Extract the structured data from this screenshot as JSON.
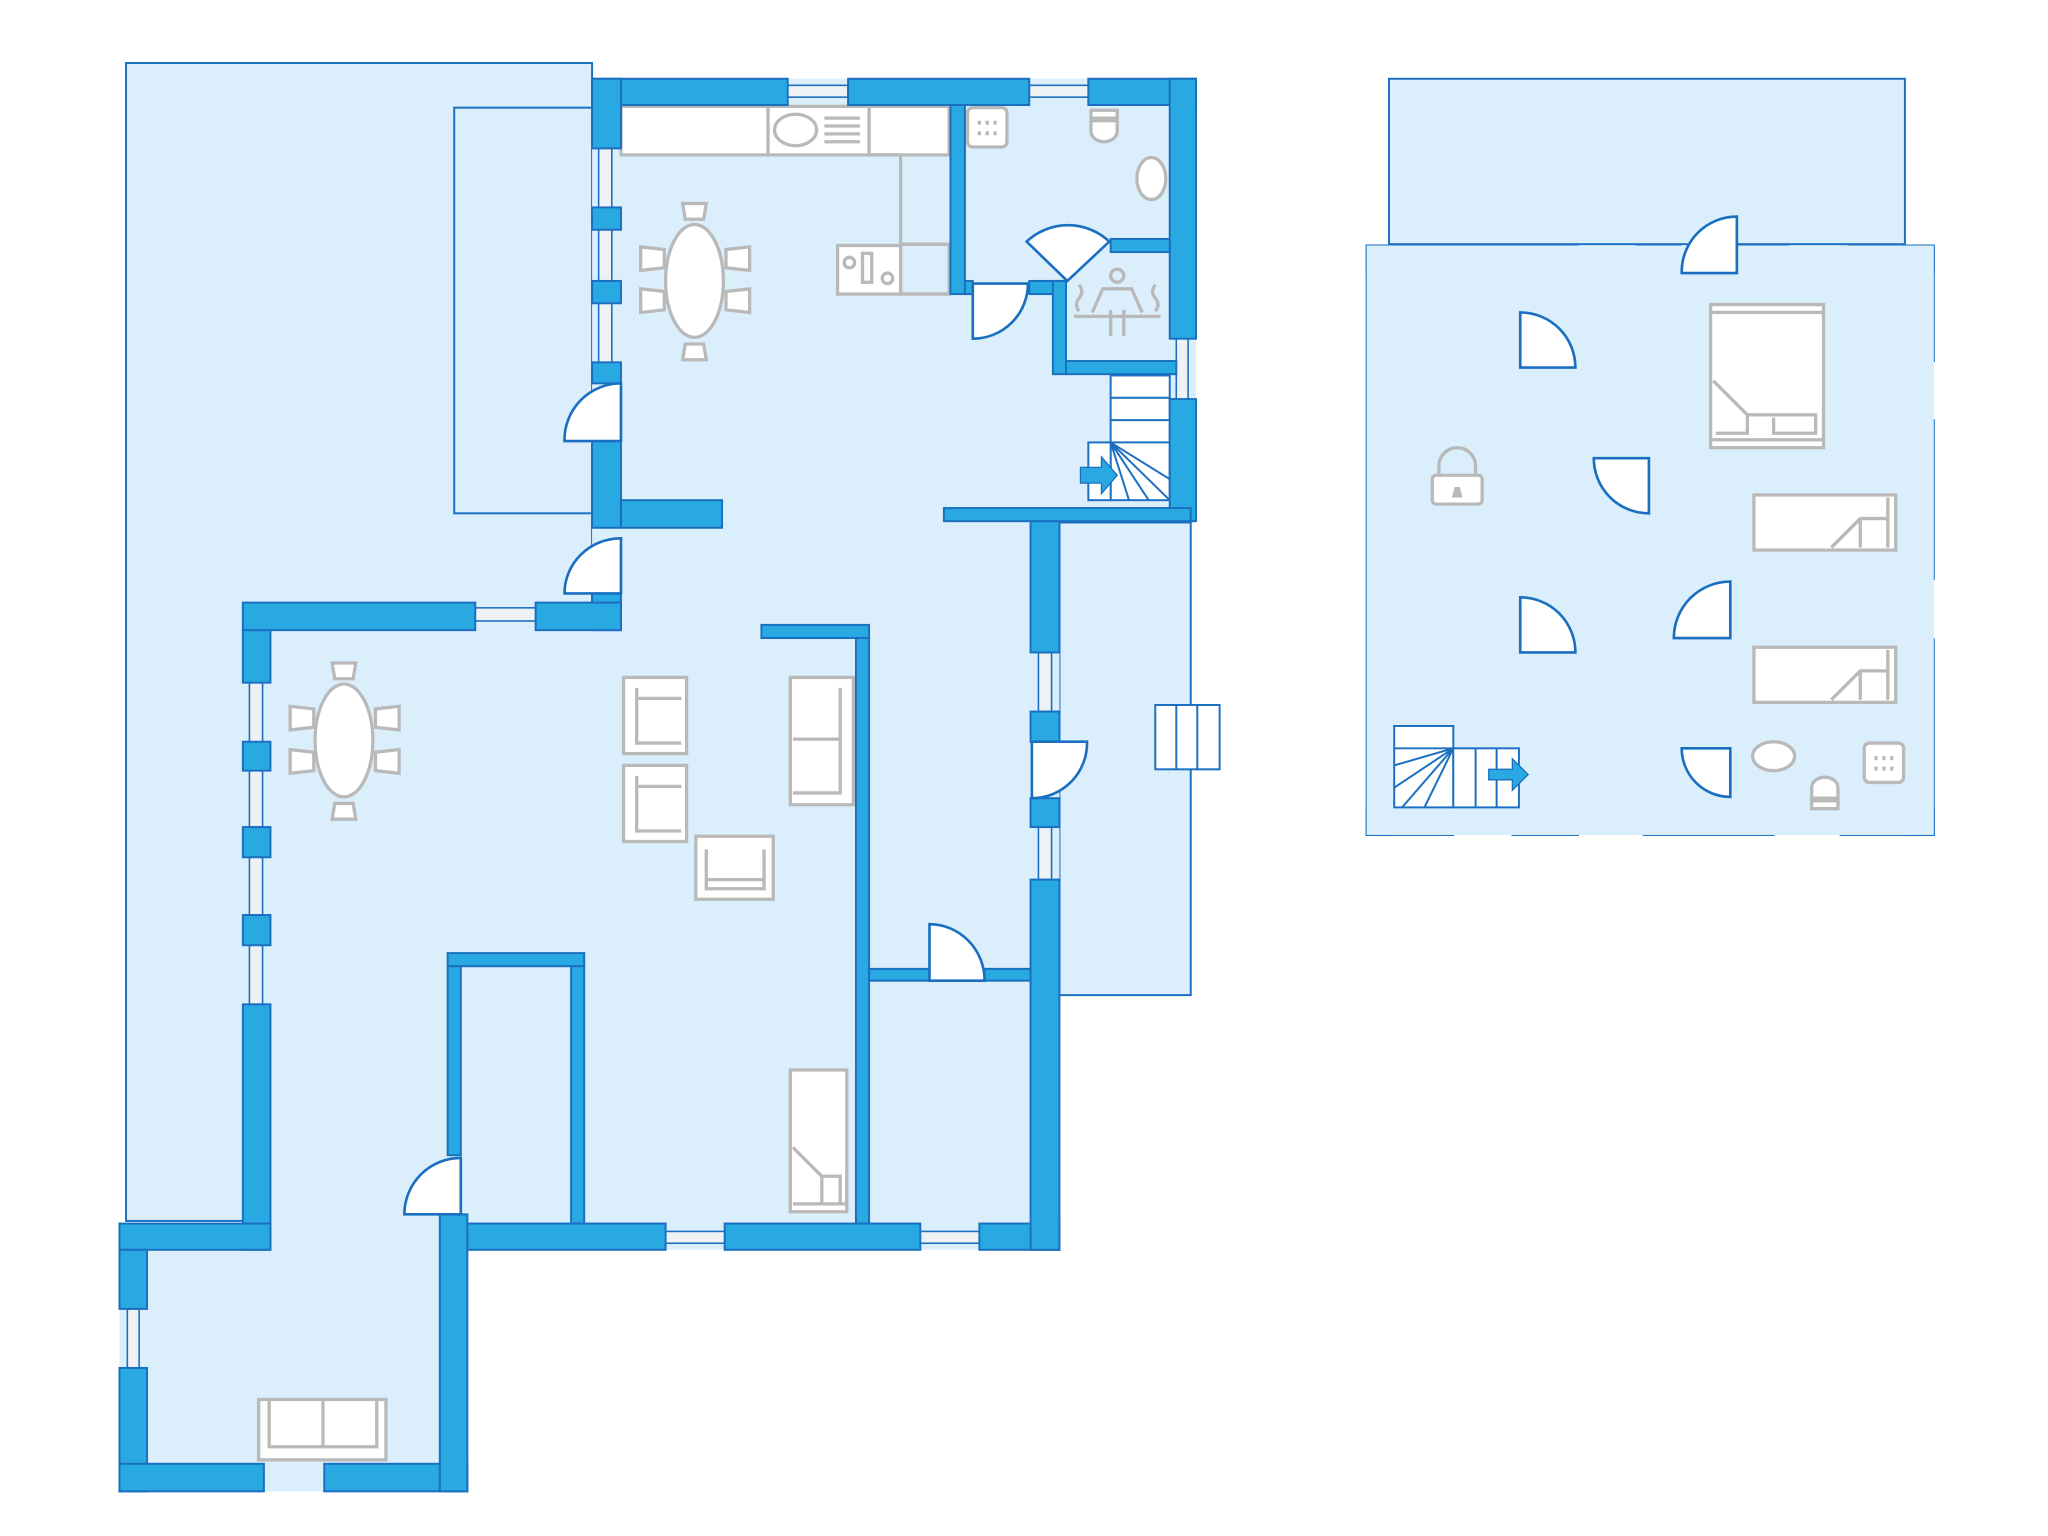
{
  "colors": {
    "wall": "#29a9e1",
    "wall_outline": "#1a6fc0",
    "floor": "#daeefc",
    "furniture": "#b9b9b9",
    "background": "#ffffff"
  },
  "floors": [
    {
      "id": "ground-floor",
      "rooms": [
        "kitchen-dining",
        "bathroom",
        "sauna",
        "living-room",
        "dining-area",
        "entrance",
        "storage",
        "utility-room",
        "terrace-left",
        "terrace-right"
      ]
    },
    {
      "id": "upper-floor",
      "rooms": [
        "storage-1",
        "locked-storage",
        "storage-2",
        "double-bedroom",
        "twin-bedroom-1",
        "bathroom",
        "landing",
        "balcony"
      ]
    }
  ],
  "icons": [
    "dining-table-icon",
    "sink-icon",
    "stove-icon",
    "shower-icon",
    "toilet-icon",
    "washbasin-icon",
    "sauna-icon",
    "staircase-icon",
    "stairs-up-arrow-icon",
    "armchair-icon",
    "sofa-icon",
    "single-bed-icon",
    "double-bed-icon",
    "lock-icon",
    "door-icon",
    "window-icon"
  ]
}
